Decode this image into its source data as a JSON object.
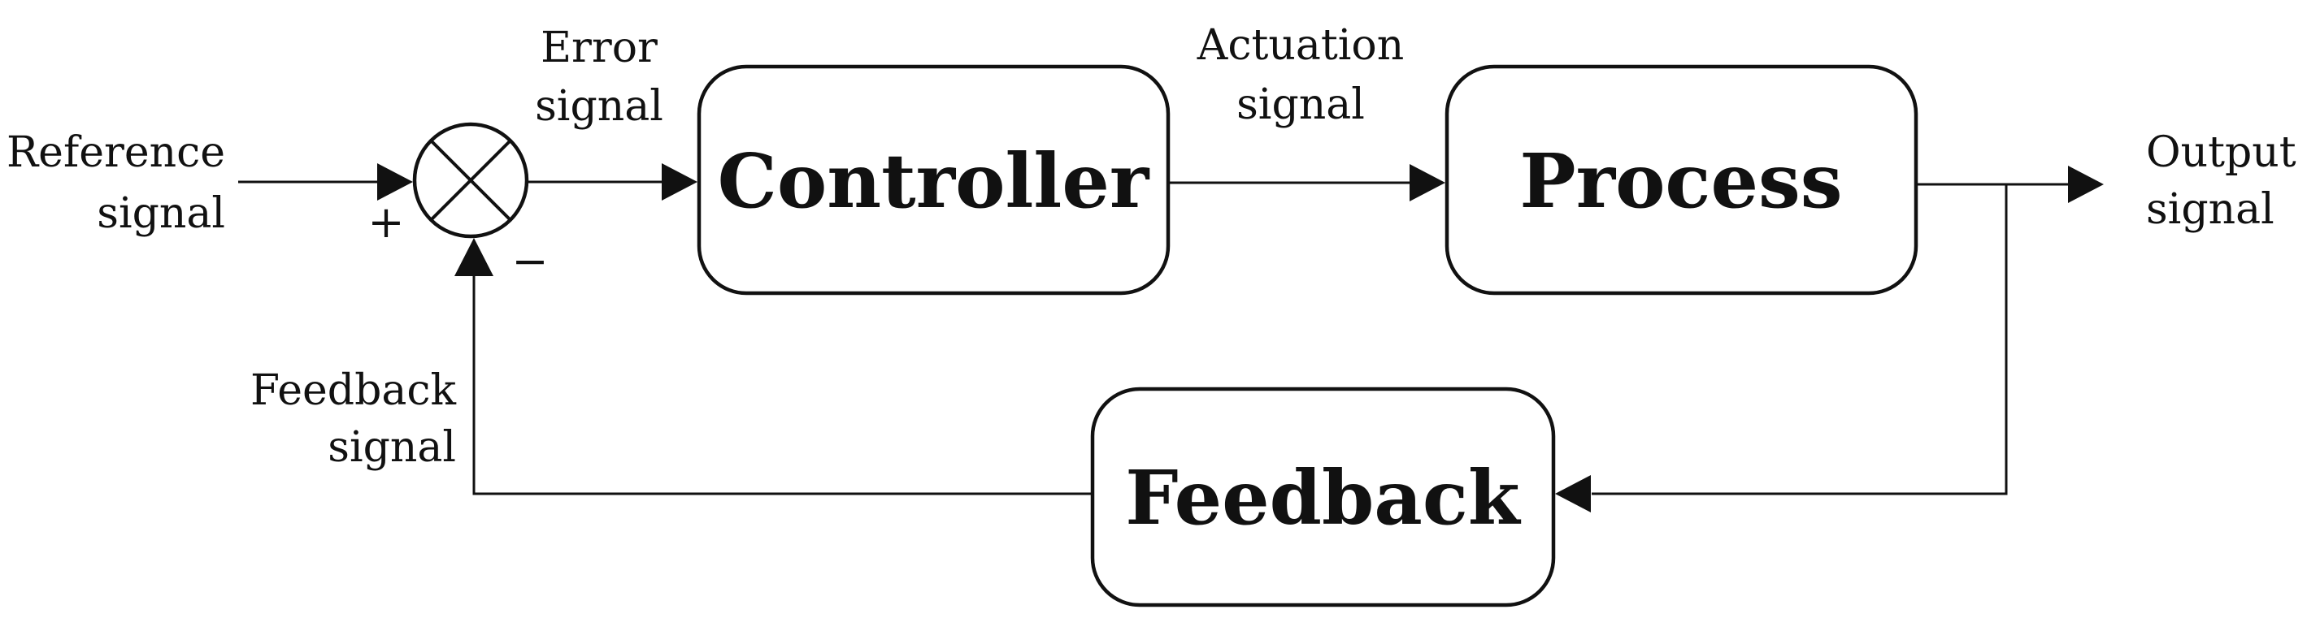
{
  "colors": {
    "background": "#ffffff",
    "stroke": "#111111"
  },
  "blocks": {
    "controller": {
      "label": "Controller"
    },
    "process": {
      "label": "Process"
    },
    "feedback": {
      "label": "Feedback"
    }
  },
  "labels": {
    "reference": {
      "line1": "Reference",
      "line2": "signal"
    },
    "error": {
      "line1": "Error",
      "line2": "signal"
    },
    "actuation": {
      "line1": "Actuation",
      "line2": "signal"
    },
    "output": {
      "line1": "Output",
      "line2": "signal"
    },
    "feedback": {
      "line1": "Feedback",
      "line2": "signal"
    }
  },
  "summing_junction": {
    "plus": "+",
    "minus": "−"
  }
}
